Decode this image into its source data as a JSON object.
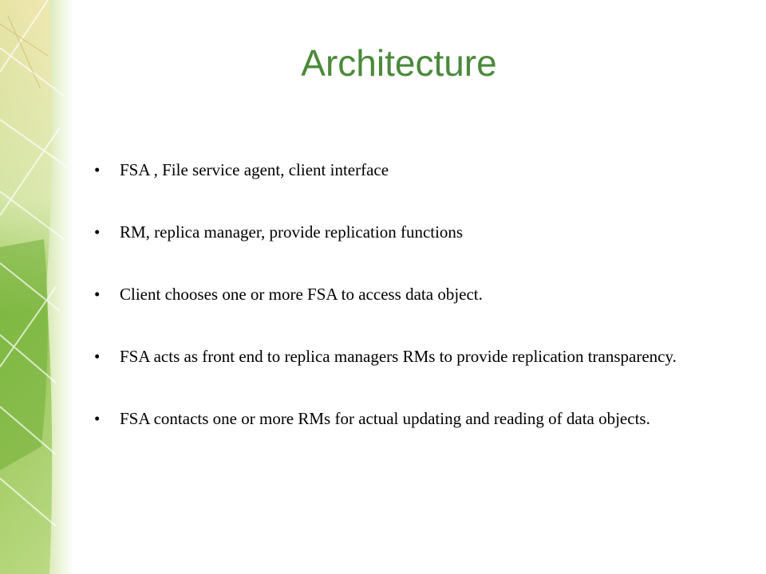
{
  "slide": {
    "title": "Architecture",
    "bullet_char": "•",
    "bullets": [
      "FSA , File service agent, client interface",
      "RM, replica manager, provide replication functions",
      "Client chooses one or more FSA to access  data object.",
      "FSA  acts as front end to replica managers  RMs to provide replication transparency.",
      "FSA contacts one or more RMs for actual updating and reading of data objects."
    ]
  },
  "colors": {
    "title": "#4a8a3a",
    "sidebar_green": "#8bc34a",
    "sidebar_light": "#d8ecb0"
  }
}
